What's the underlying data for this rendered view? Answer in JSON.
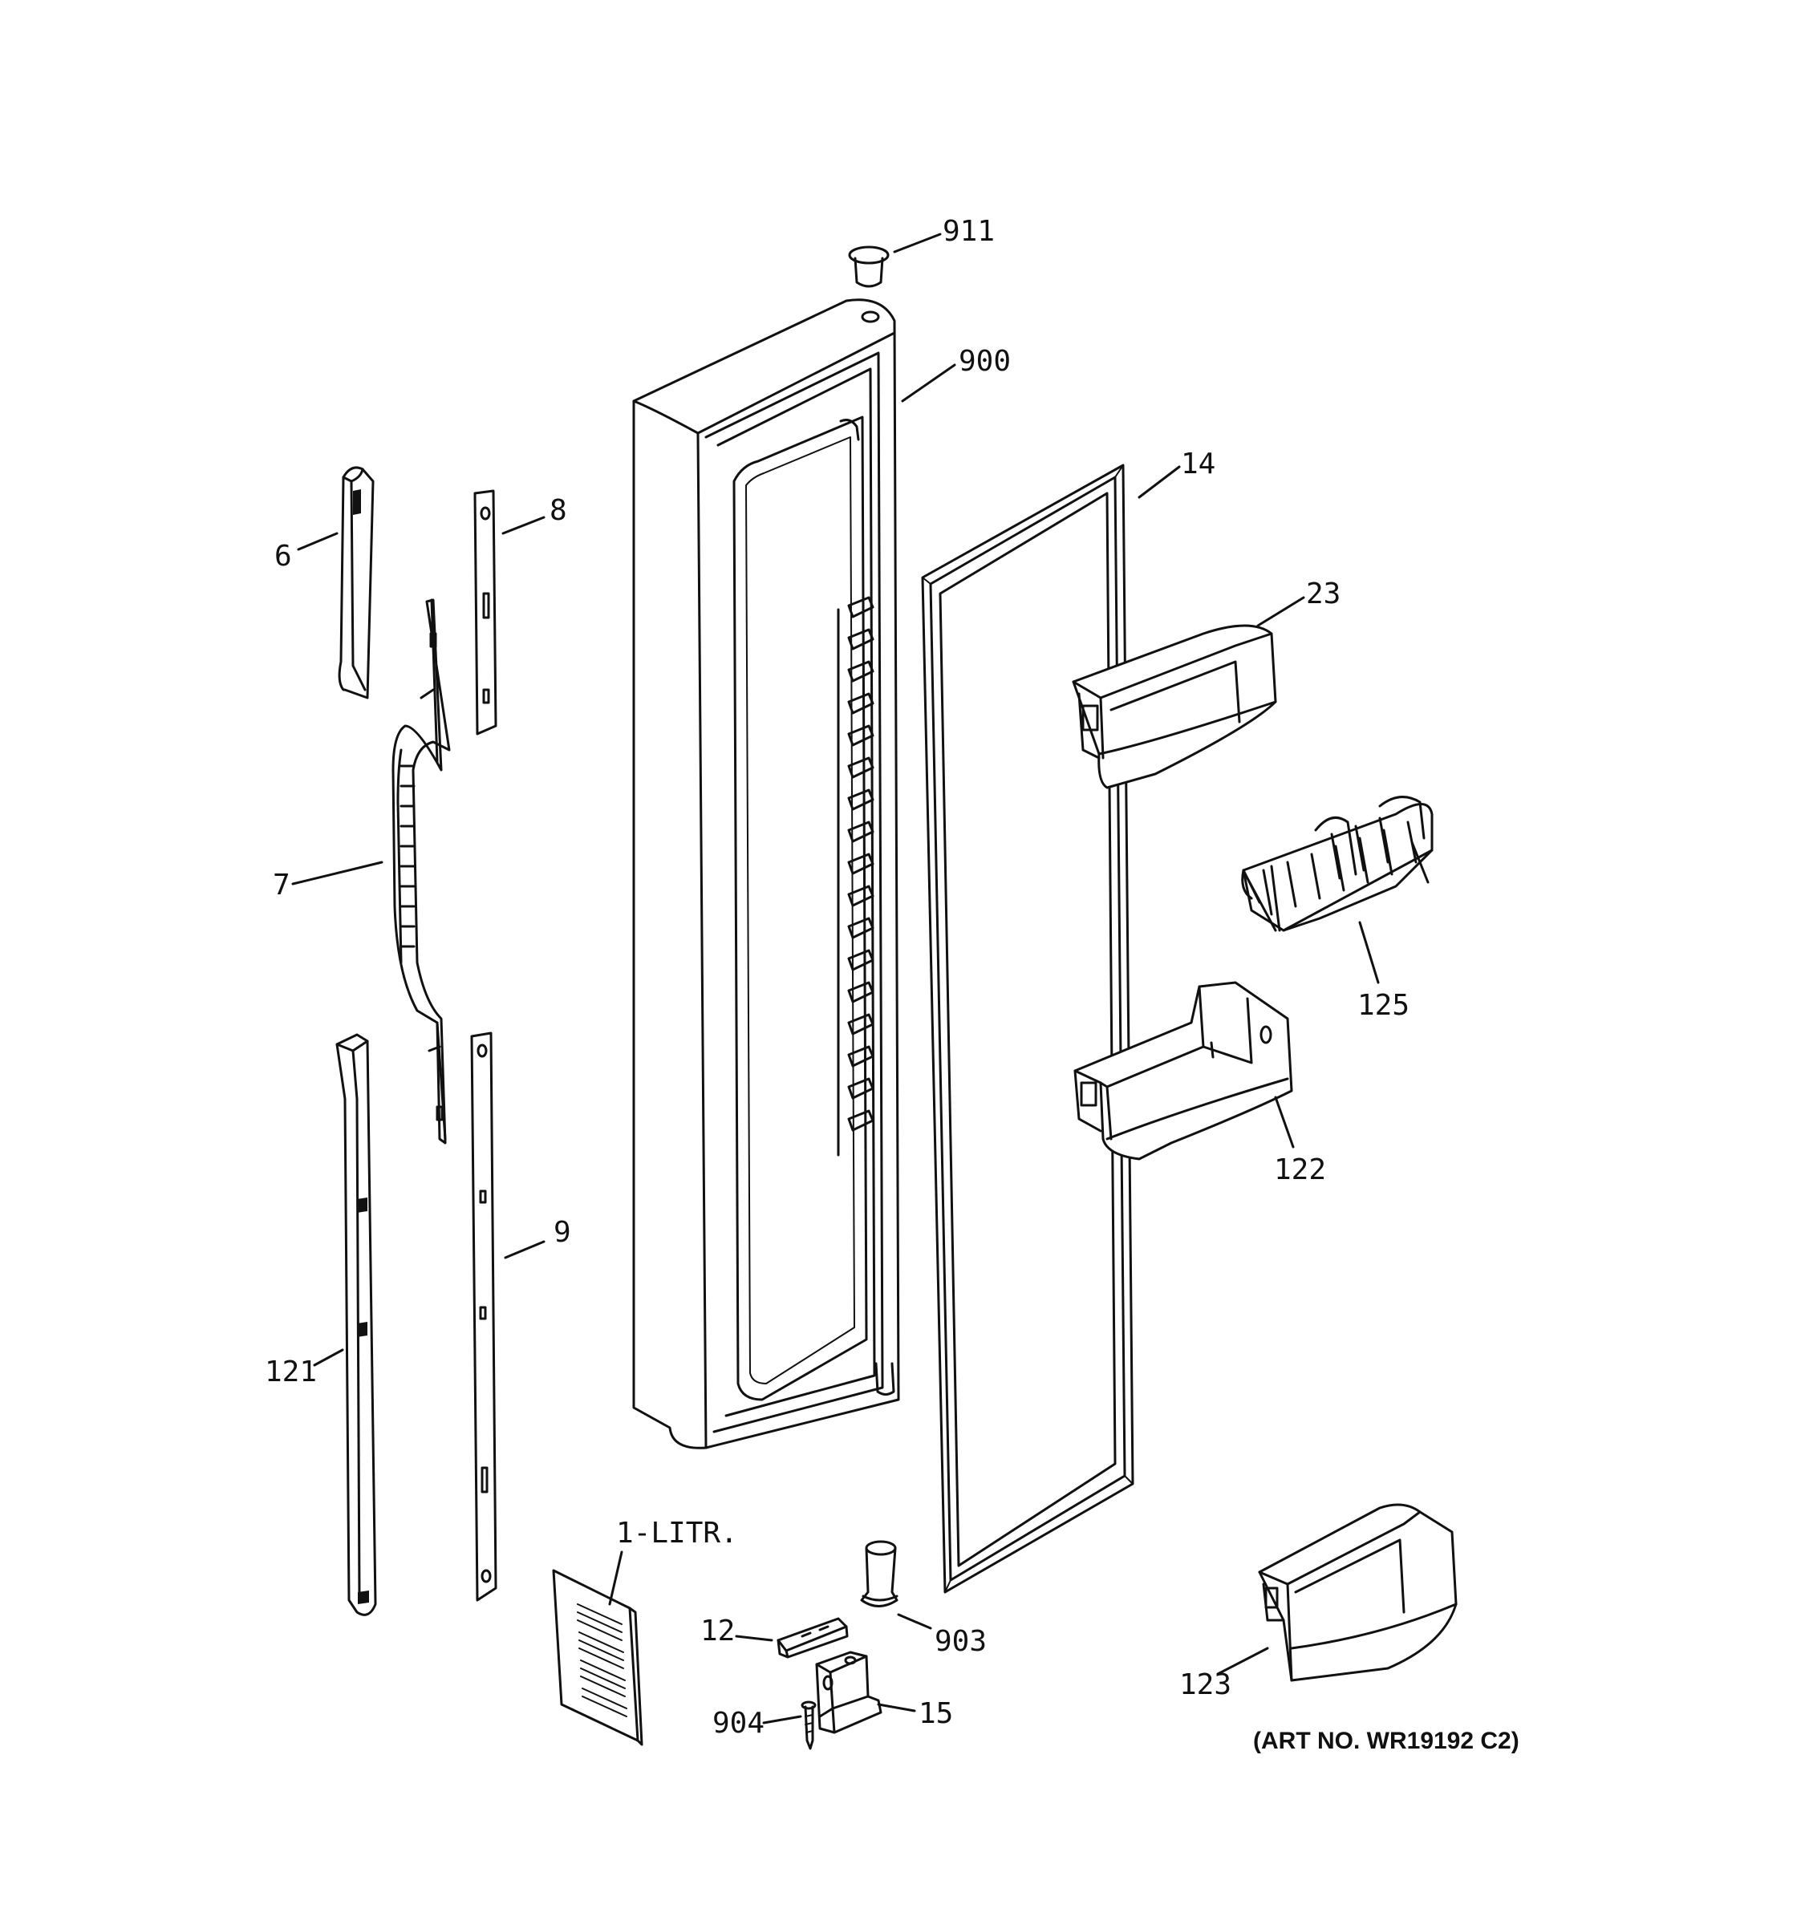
{
  "labels": {
    "p911": "911",
    "p900": "900",
    "p14": "14",
    "p23": "23",
    "p6": "6",
    "p8": "8",
    "p7": "7",
    "p125": "125",
    "p122": "122",
    "p9": "9",
    "p121": "121",
    "p1litr": "1-LITR.",
    "p12": "12",
    "p903": "903",
    "p904": "904",
    "p15": "15",
    "p123": "123"
  },
  "art_number": "(ART NO. WR19192 C2)"
}
